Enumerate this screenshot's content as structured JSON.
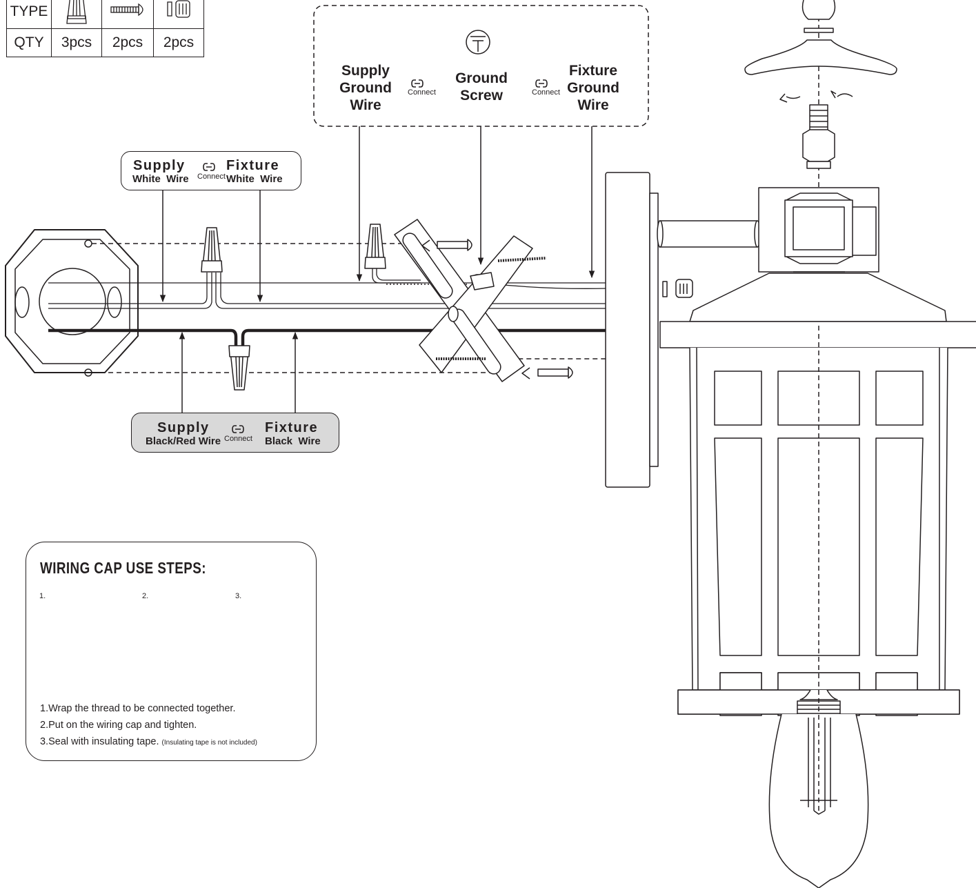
{
  "parts_table": {
    "type_label": "TYPE",
    "qty_label": "QTY",
    "items": [
      {
        "icon": "wire-nut-icon",
        "qty": "3pcs"
      },
      {
        "icon": "screw-icon",
        "qty": "2pcs"
      },
      {
        "icon": "ground-screw-icon",
        "qty": "2pcs"
      }
    ]
  },
  "ground_connection": {
    "supply_label": "Supply\nGround\nWire",
    "connect_1": "Connect",
    "screw_label": "Ground\nScrew",
    "connect_2": "Connect",
    "fixture_label": "Fixture\nGround\nWire"
  },
  "white_connection": {
    "supply": "Supply",
    "supply_sub": "White  Wire",
    "connect": "Connect",
    "fixture": "Fixture",
    "fixture_sub": "White  Wire"
  },
  "black_connection": {
    "supply": "Supply",
    "supply_sub": "Black/Red Wire",
    "connect": "Connect",
    "fixture": "Fixture",
    "fixture_sub": "Black  Wire"
  },
  "wiring_steps": {
    "title": "WIRING CAP USE STEPS:",
    "step_numbers": [
      "1.",
      "2.",
      "3."
    ],
    "lines": [
      "1.Wrap the thread to be connected together.",
      "2.Put on the wiring cap and tighten.",
      "3.Seal with insulating tape."
    ],
    "note": "(Insulating tape is not included)"
  },
  "colors": {
    "line": "#231f20",
    "grey_box": "#d9d9d9",
    "thread": "#c9a57a"
  }
}
